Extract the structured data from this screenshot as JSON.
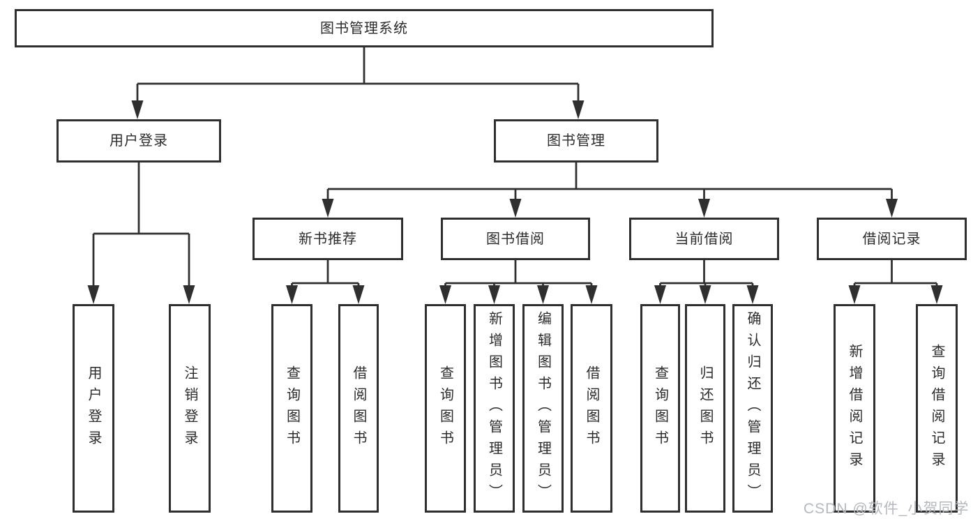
{
  "diagram": {
    "title": "图书管理系统",
    "branches": [
      {
        "label": "用户登录",
        "children": [
          "用户登录",
          "注销登录"
        ]
      },
      {
        "label": "图书管理",
        "sections": [
          {
            "label": "新书推荐",
            "children": [
              "查询图书",
              "借阅图书"
            ]
          },
          {
            "label": "图书借阅",
            "children": [
              "查询图书",
              "新增图书（管理员）",
              "编辑图书（管理员）",
              "借阅图书"
            ]
          },
          {
            "label": "当前借阅",
            "children": [
              "查询图书",
              "归还图书",
              "确认归还（管理员）"
            ]
          },
          {
            "label": "借阅记录",
            "children": [
              "新增借阅记录",
              "查询借阅记录"
            ]
          }
        ]
      }
    ]
  },
  "watermark": "CSDN @软件_小贺同学",
  "colors": {
    "line": "#2f2f2f",
    "text": "#2b2b2b",
    "watermark": "#b4b9be",
    "background": "#ffffff"
  }
}
